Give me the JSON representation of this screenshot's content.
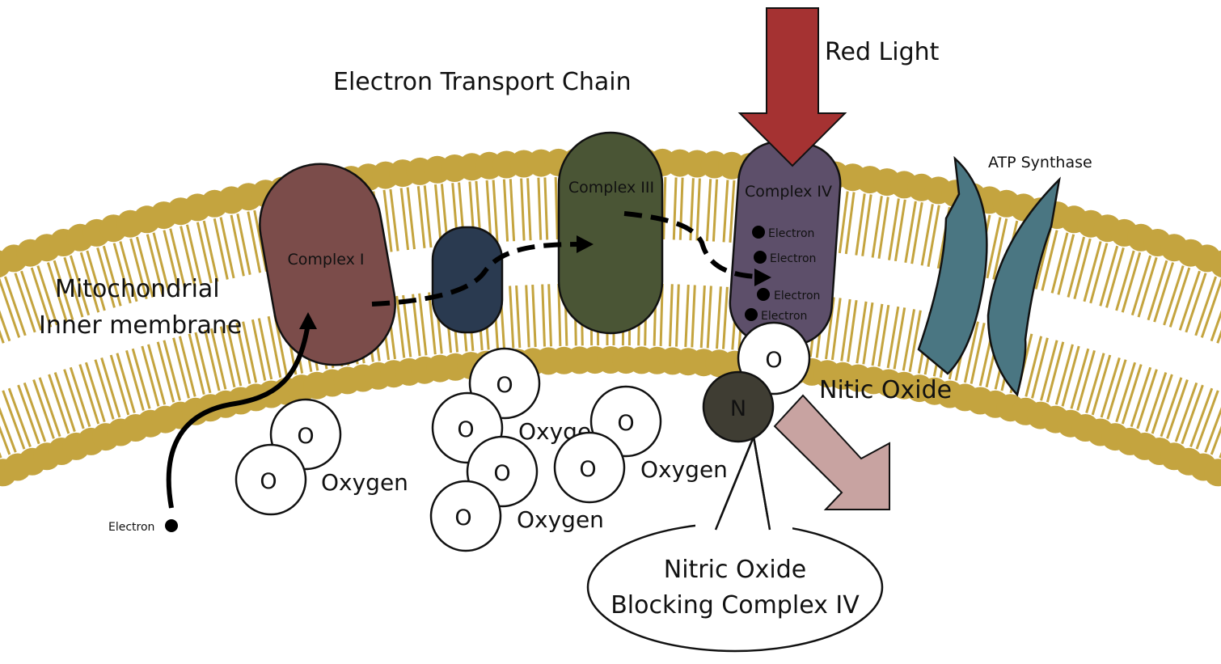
{
  "title": "Electron Transport Chain",
  "membrane_label_line1": "Mitochondrial",
  "membrane_label_line2": "Inner membrane",
  "complexes": {
    "complex_i": "Complex I",
    "complex_iii": "Complex III",
    "complex_iv": "Complex IV",
    "atp_synthase": "ATP Synthase"
  },
  "red_light_label": "Red Light",
  "electron_label": "Electron",
  "complex_iv_electrons": [
    "Electron",
    "Electron",
    "Electron",
    "Electron"
  ],
  "oxygen_label": "Oxygen",
  "oxygen_partial_label": "Oxyge",
  "atom_o": "O",
  "atom_n": "N",
  "nitric_oxide_label": "Nitic Oxide",
  "callout_line1": "Nitric Oxide",
  "callout_line2": "Blocking Complex IV",
  "colors": {
    "lipid": "#c4a43f",
    "complex_i": "#7b4c4a",
    "small_complex": "#2a3a50",
    "complex_iii": "#4a5535",
    "complex_iv": "#5d4f6a",
    "atp_synthase": "#4a7682",
    "red_light_arrow": "#a53232",
    "nitric_oxide_arrow": "#c8a3a1",
    "nitrogen_atom": "#3f3d33"
  }
}
